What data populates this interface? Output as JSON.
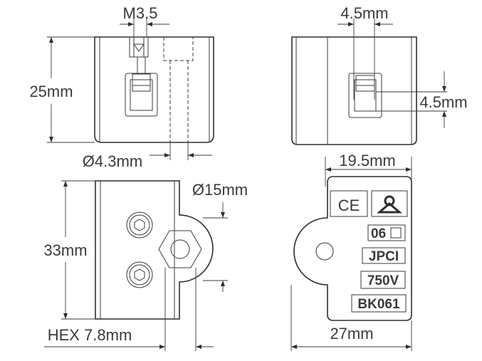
{
  "dimensions": {
    "thread": "M3.5",
    "height": "25mm",
    "hole_diameter": "Ø4.3mm",
    "slot_width_top": "4.5mm",
    "slot_height": "4.5mm",
    "width": "19.5mm",
    "length": "33mm",
    "boss_diameter": "Ø15mm",
    "hex": "HEX 7.8mm",
    "overall": "27mm"
  },
  "markings": {
    "ce": "CE",
    "code": "06",
    "brand": "JPCI",
    "voltage": "750V",
    "part_number": "BK061"
  }
}
